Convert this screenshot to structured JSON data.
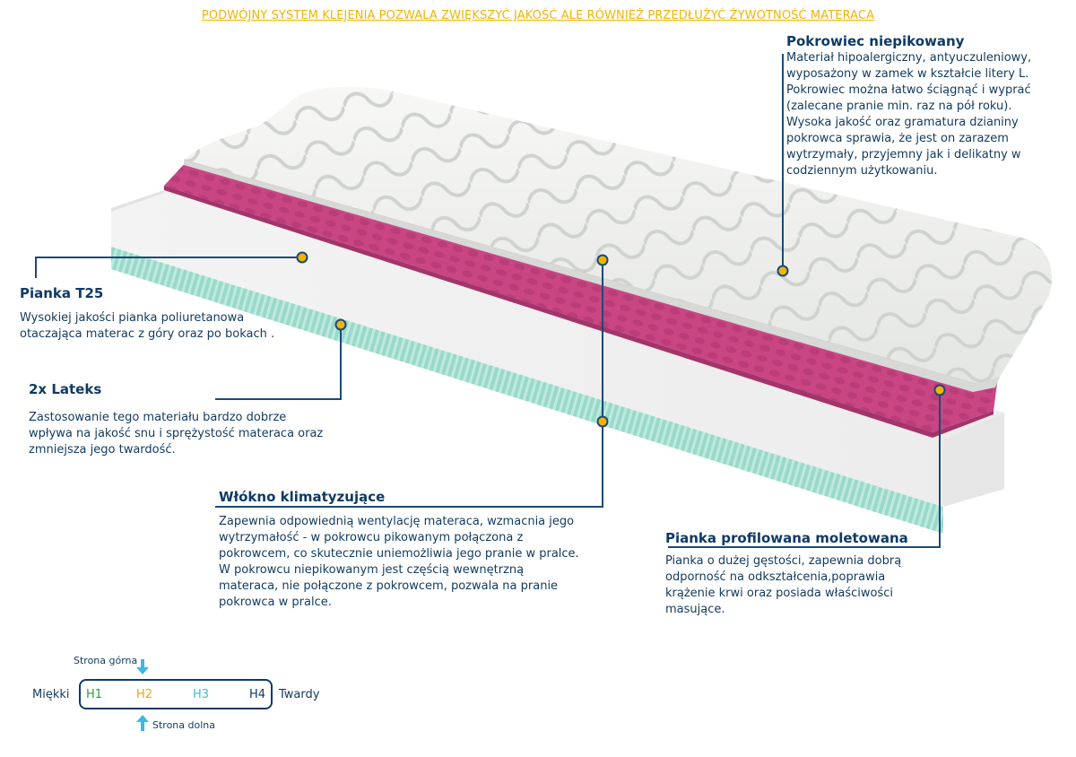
{
  "title": "PODWÓJNY SYSTEM KLEJENIA POZWALA ZWIĘKSZYĆ JAKOŚĆ ALE RÓWNIEŻ PRZEDŁUŻYĆ ŻYWOTNOŚĆ MATERACA",
  "colors": {
    "accent": "#f2b400",
    "heading": "#0e3a66",
    "line": "#1a4a7a",
    "pink": "#c0407a",
    "latex": "#a9e3d6"
  },
  "features": {
    "cover": {
      "heading": "Pokrowiec  niepikowany",
      "lines": [
        "Materiał hipoalergiczny, antyuczuleniowy,",
        "wyposażony w zamek w kształcie litery L.",
        "Pokrowiec można łatwo ściągnąć i wyprać",
        "(zalecane pranie min.  raz na pół roku).",
        "Wysoka jakość oraz gramatura dzianiny",
        "pokrowca sprawia, że jest on zarazem",
        "wytrzymały, przyjemny jak i delikatny w",
        "codziennym użytkowaniu."
      ]
    },
    "foam_t25": {
      "heading": "Pianka T25",
      "lines": [
        "Wysokiej jakości pianka poliuretanowa",
        "otaczająca materac z góry oraz po bokach ."
      ]
    },
    "latex": {
      "heading": "2x Lateks",
      "lines": [
        "Zastosowanie tego materiału bardzo dobrze",
        "wpływa na jakość snu i sprężystość materaca oraz",
        "zmniejsza jego twardość."
      ]
    },
    "fiber": {
      "heading": "Włókno klimatyzujące",
      "lines": [
        "Zapewnia odpowiednią wentylację materaca, wzmacnia jego",
        "wytrzymałość - w pokrowcu pikowanym połączona z",
        "pokrowcem, co skutecznie uniemożliwia jego pranie w pralce.",
        "W pokrowcu niepikowanym jest częścią wewnętrzną",
        "materaca, nie połączone z pokrowcem, pozwala na pranie",
        "pokrowca w pralce."
      ]
    },
    "profiled": {
      "heading": "Pianka profilowana moletowana",
      "lines": [
        "Pianka o dużej gęstości, zapewnia dobrą",
        "odporność na odkształcenia,poprawia",
        "krążenie krwi oraz posiada właściwości",
        "masujące."
      ]
    }
  },
  "firmness": {
    "top_side": "Strona górna",
    "bottom_side": "Strona dolna",
    "soft": "Miękki",
    "hard": "Twardy",
    "levels": [
      {
        "label": "H1",
        "color": "#2e9a3a"
      },
      {
        "label": "H2",
        "color": "#e8a617"
      },
      {
        "label": "H3",
        "color": "#46b8d6"
      },
      {
        "label": "H4",
        "color": "#0e3a66"
      }
    ]
  }
}
